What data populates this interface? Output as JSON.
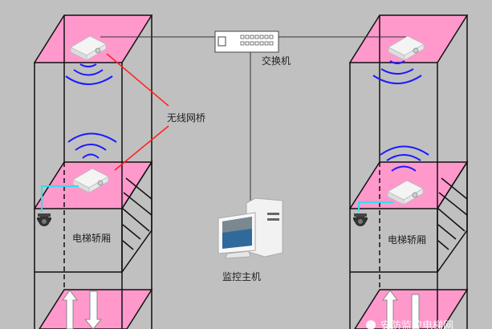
{
  "labels": {
    "switch": "交换机",
    "wireless_bridge": "无线网桥",
    "elevator_car_left": "电梯轿厢",
    "elevator_car_right": "电梯轿厢",
    "monitor_host": "监控主机"
  },
  "watermark": "安防监控电梯网",
  "colors": {
    "background": "#c0c0c0",
    "floor_pink": "#ff99cc",
    "wifi_blue": "#1a1aff",
    "link_red": "#ff2020",
    "cable_cyan": "#33ddee"
  }
}
